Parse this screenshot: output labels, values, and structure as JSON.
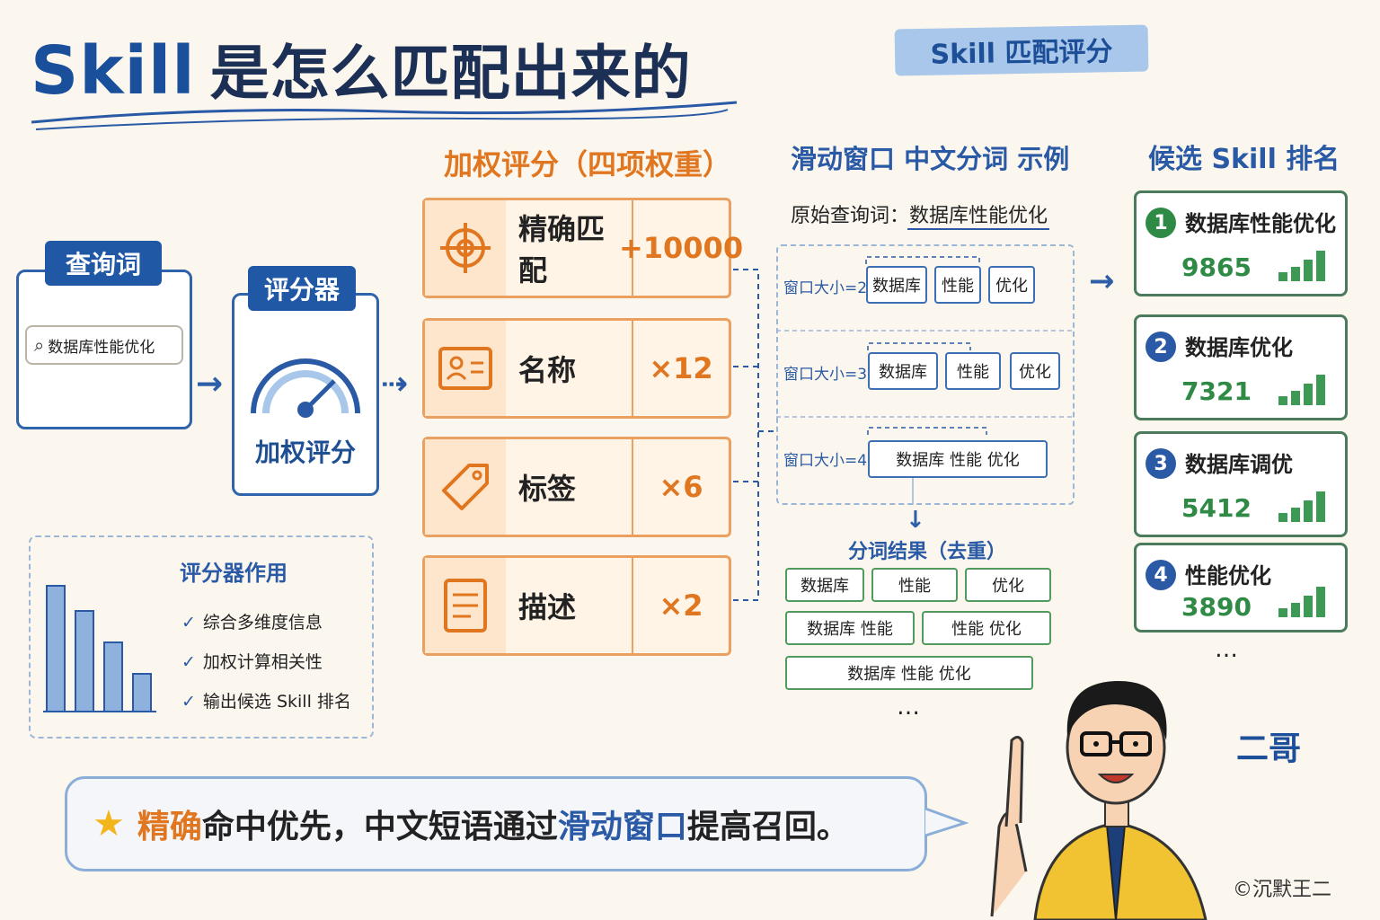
{
  "title": {
    "main": "Skill",
    "rest": "是怎么匹配出来的"
  },
  "tag": "Skill 匹配评分",
  "query": {
    "header": "查询词",
    "value": "数据库性能优化"
  },
  "scorer": {
    "header": "评分器",
    "label": "加权评分"
  },
  "role": {
    "title": "评分器作用",
    "items": [
      "综合多维度信息",
      "加权计算相关性",
      "输出候选 Skill 排名"
    ],
    "bars": [
      1.0,
      0.8,
      0.55,
      0.3
    ]
  },
  "weights": {
    "title": "加权评分（四项权重）",
    "items": [
      {
        "name": "精确匹配",
        "value": "+10000",
        "icon": "target-icon"
      },
      {
        "name": "名称",
        "value": "×12",
        "icon": "id-card-icon"
      },
      {
        "name": "标签",
        "value": "×6",
        "icon": "tag-icon"
      },
      {
        "name": "描述",
        "value": "×2",
        "icon": "document-icon"
      }
    ]
  },
  "window": {
    "title": "滑动窗口 中文分词 示例",
    "original_label": "原始查询词：",
    "original_value": "数据库性能优化",
    "rows": [
      {
        "label": "窗口大小=2",
        "tokens": [
          "数据库",
          "性能",
          "优化"
        ]
      },
      {
        "label": "窗口大小=3",
        "tokens": [
          "数据库",
          "性能",
          "优化"
        ]
      },
      {
        "label": "窗口大小=4",
        "tokens": [
          "数据库 性能 优化"
        ]
      }
    ],
    "result_title": "分词结果（去重）",
    "results": [
      "数据库",
      "性能",
      "优化",
      "数据库 性能",
      "性能 优化",
      "数据库 性能 优化"
    ],
    "ellipsis": "…"
  },
  "ranking": {
    "title": "候选 Skill 排名",
    "items": [
      {
        "rank": "1",
        "name": "数据库性能优化",
        "score": "9865",
        "color": "#2f8a46"
      },
      {
        "rank": "2",
        "name": "数据库优化",
        "score": "7321",
        "color": "#2a5aa6"
      },
      {
        "rank": "3",
        "name": "数据库调优",
        "score": "5412",
        "color": "#2a5aa6"
      },
      {
        "rank": "4",
        "name": "性能优化",
        "score": "3890",
        "color": "#2a5aa6"
      }
    ],
    "ellipsis": "…"
  },
  "bubble": {
    "p1": "精确",
    "p2": "命中优先，中文短语通过",
    "p3": "滑动窗口",
    "p4": "提高召回。"
  },
  "signature": "二哥",
  "copyright": "©沉默王二",
  "colors": {
    "blue": "#2a5aa6",
    "orange": "#e0761f",
    "green": "#2f8a46"
  }
}
